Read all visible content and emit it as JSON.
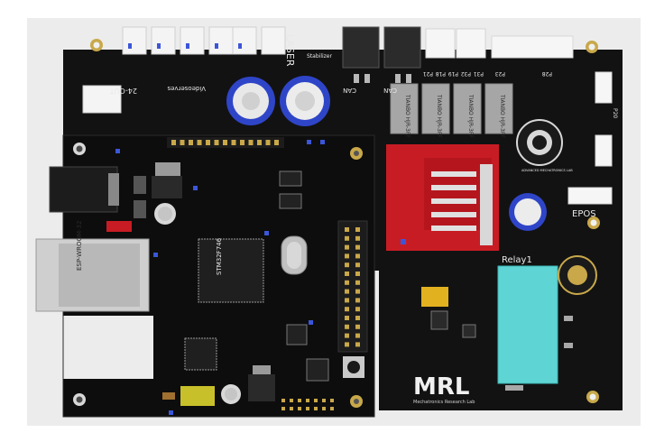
{
  "board": {
    "silkscreen": {
      "laser": "LASER",
      "stabilizer": "Stabilizer",
      "can": "CAN",
      "can2": "CAN",
      "out": "24-OUT",
      "videoserves": "Videoserves",
      "ports_top": [
        "P21",
        "P18",
        "P19",
        "P32",
        "P31",
        "P23",
        "P28",
        "P20"
      ],
      "epos": "EPOS",
      "relay": "Relay1",
      "chip_main": "STM32F746",
      "module": "ESP-WROOM-32",
      "relay_labels": [
        "TIANBO HJR-3FF",
        "TIANBO HJR-3FF",
        "TIANBO HJR-3FF",
        "TIANBO HJR-3FF"
      ],
      "logo": "MRL",
      "logo_sub": "Mechatronics Research Lab",
      "emblem": "ADVANCED MECHATRONICS LAB"
    },
    "colors": {
      "background_panel": "#ededed",
      "pcb": "#141414",
      "relay_block": "#a8a8a8",
      "red_board": "#c81c24",
      "cyan_module": "#5fd4d4",
      "capacitor": "#2f45c8",
      "header_pins": "#c9a84a"
    }
  }
}
